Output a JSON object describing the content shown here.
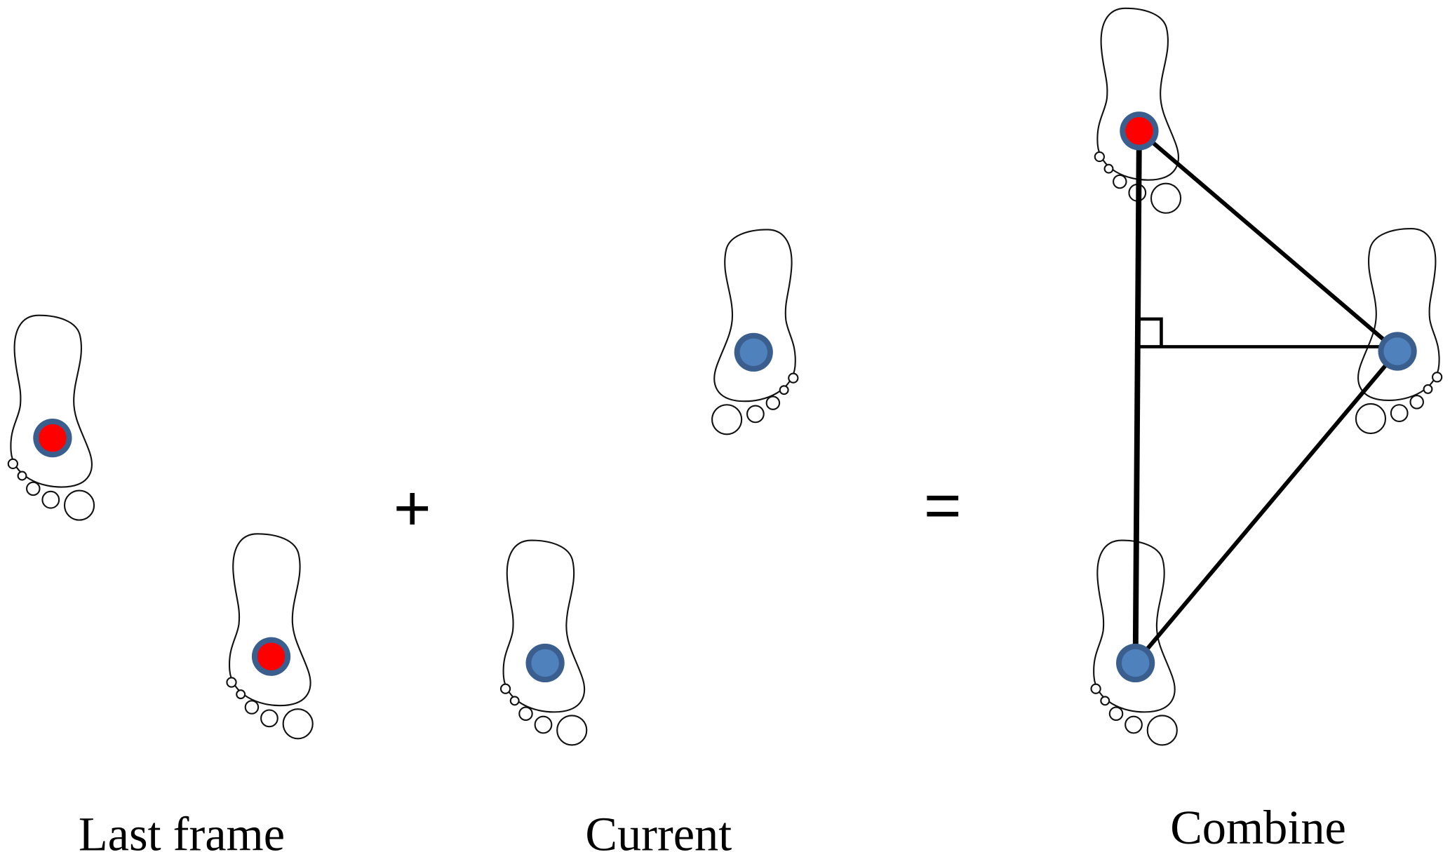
{
  "colors": {
    "last_frame_dot": "#ff0000",
    "current_dot": "#4f81bd",
    "dot_ring": "#3a5f8f",
    "line": "#000000"
  },
  "operators": {
    "plus": "+",
    "equals": "="
  },
  "labels": {
    "last_frame": "Last frame",
    "current": "Current",
    "combine": "Combine"
  }
}
